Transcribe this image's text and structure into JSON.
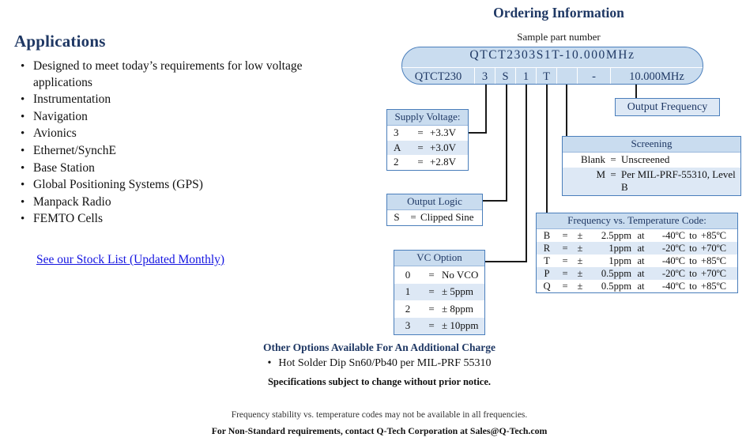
{
  "applications": {
    "heading": "Applications",
    "bullet_glyph": "•",
    "items": [
      "Designed to meet today’s requirements for low voltage applications",
      "Instrumentation",
      "Navigation",
      "Avionics",
      "Ethernet/SynchE",
      "Base Station",
      "Global Positioning Systems (GPS)",
      "Manpack Radio",
      "FEMTO Cells"
    ],
    "stock_list_link": "See our Stock List (Updated Monthly)"
  },
  "ordering": {
    "title": "Ordering Information",
    "sample_label": "Sample part number",
    "full_part_number": "QTCT2303S1T-10.000MHz",
    "cells": [
      "QTCT230",
      "3",
      "S",
      "1",
      "T",
      "",
      "-",
      "10.000MHz"
    ]
  },
  "supply_voltage": {
    "header": "Supply Voltage:",
    "rows": [
      {
        "code": "3",
        "eq": "=",
        "value": "+3.3V"
      },
      {
        "code": "A",
        "eq": "=",
        "value": "+3.0V"
      },
      {
        "code": "2",
        "eq": "=",
        "value": "+2.8V"
      }
    ]
  },
  "output_logic": {
    "header": "Output Logic",
    "rows": [
      {
        "code": "S",
        "eq": "=",
        "value": "Clipped Sine"
      }
    ]
  },
  "vc_option": {
    "header": "VC Option",
    "rows": [
      {
        "code": "0",
        "eq": "=",
        "value": "No VCO"
      },
      {
        "code": "1",
        "eq": "=",
        "value": "± 5ppm"
      },
      {
        "code": "2",
        "eq": "=",
        "value": "± 8ppm"
      },
      {
        "code": "3",
        "eq": "=",
        "value": "± 10ppm"
      }
    ]
  },
  "output_frequency": {
    "label": "Output Frequency"
  },
  "screening": {
    "header": "Screening",
    "rows": [
      {
        "code": "Blank",
        "eq": "=",
        "value": "Unscreened"
      },
      {
        "code": "M",
        "eq": "=",
        "value": "Per MIL-PRF-55310, Level B"
      }
    ]
  },
  "freq_temp": {
    "header": "Frequency vs. Temperature Code:",
    "rows": [
      {
        "code": "B",
        "eq": "=",
        "pm": "±",
        "ppm": "2.5ppm",
        "at": "at",
        "low": "-40ºC",
        "to": "to",
        "high": "+85ºC"
      },
      {
        "code": "R",
        "eq": "=",
        "pm": "±",
        "ppm": "1ppm",
        "at": "at",
        "low": "-20ºC",
        "to": "to",
        "high": "+70ºC"
      },
      {
        "code": "T",
        "eq": "=",
        "pm": "±",
        "ppm": "1ppm",
        "at": "at",
        "low": "-40ºC",
        "to": "to",
        "high": "+85ºC"
      },
      {
        "code": "P",
        "eq": "=",
        "pm": "±",
        "ppm": "0.5ppm",
        "at": "at",
        "low": "-20ºC",
        "to": "to",
        "high": "+70ºC"
      },
      {
        "code": "Q",
        "eq": "=",
        "pm": "±",
        "ppm": "0.5ppm",
        "at": "at",
        "low": "-40ºC",
        "to": "to",
        "high": "+85ºC"
      }
    ]
  },
  "footer": {
    "other_options_title": "Other Options Available For An Additional Charge",
    "other_options_bullet": "•",
    "other_options_item": "Hot Solder Dip Sn60/Pb40 per MIL-PRF 55310",
    "spec_notice": "Specifications subject to change without prior notice.",
    "footnote_1": "Frequency stability vs. temperature codes may not be available in all frequencies.",
    "footnote_2": "For Non-Standard requirements, contact Q-Tech Corporation at Sales@Q-Tech.com"
  },
  "colors": {
    "heading_blue": "#1f3864",
    "box_header_fill": "#c9dcef",
    "box_border": "#4a7ebb",
    "row_alt_fill": "#dde8f5",
    "link_blue": "#1414e0"
  }
}
